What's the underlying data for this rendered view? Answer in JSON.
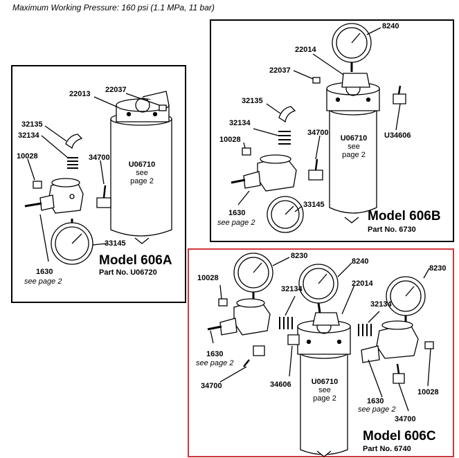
{
  "header": {
    "pressure_note": "Maximum Working Pressure: 160 psi (1.1 MPa, 11 bar)"
  },
  "model_a": {
    "title": "Model 606A",
    "part_no": "Part No. U06720",
    "filter_code": "U06710",
    "filter_note_1": "see",
    "filter_note_2": "page 2",
    "callouts": {
      "p22013": "22013",
      "p22037": "22037",
      "p32135": "32135",
      "p32134": "32134",
      "p10028": "10028",
      "p34700": "34700",
      "p33145": "33145",
      "p1630": "1630",
      "see_page": "see page 2"
    }
  },
  "model_b": {
    "title": "Model 606B",
    "part_no": "Part No. 6730",
    "filter_code": "U06710",
    "filter_note_1": "see",
    "filter_note_2": "page 2",
    "callouts": {
      "p8240": "8240",
      "p22014": "22014",
      "p22037": "22037",
      "p32135": "32135",
      "p32134": "32134",
      "p34700": "34700",
      "p10028": "10028",
      "pU34606": "U34606",
      "p33145": "33145",
      "p1630": "1630",
      "see_page": "see page 2"
    }
  },
  "model_c": {
    "title": "Model 606C",
    "part_no": "Part No. 6740",
    "filter_code": "U06710",
    "filter_note_1": "see",
    "filter_note_2": "page 2",
    "callouts": {
      "p8230_left": "8230",
      "p8240": "8240",
      "p8230_right": "8230",
      "p10028_left": "10028",
      "p32134_left": "32134",
      "p22014": "22014",
      "p32134_right": "32134",
      "p1630_left": "1630",
      "see_page_left": "see page 2",
      "p34700_left": "34700",
      "p34606": "34606",
      "p1630_right": "1630",
      "see_page_right": "see page 2",
      "p10028_right": "10028",
      "p34700_right": "34700"
    }
  },
  "colors": {
    "highlight_border": "#d0343c",
    "line": "#000000"
  }
}
